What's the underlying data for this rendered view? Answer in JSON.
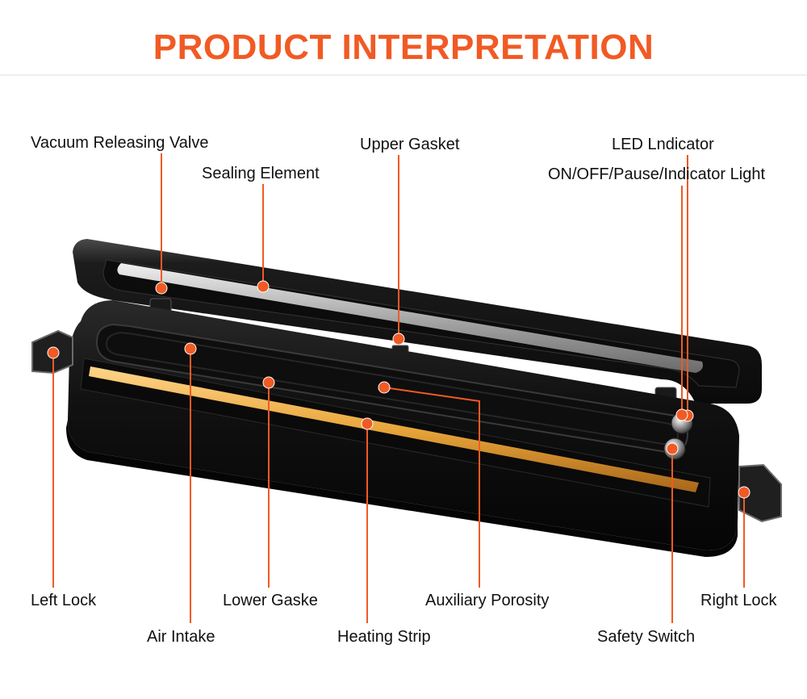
{
  "colors": {
    "accent": "#f15a24",
    "device_body": "#141414",
    "heating_strip": "#e8a53a",
    "sealing_bar": "#c9c9c9"
  },
  "title": "PRODUCT INTERPRETATION",
  "labels": {
    "vacuum_releasing_valve": "Vacuum Releasing Valve",
    "sealing_element": "Sealing Element",
    "upper_gasket": "Upper Gasket",
    "led_indicator": "LED Lndicator",
    "on_off_pause": "ON/OFF/Pause/Indicator Light",
    "left_lock": "Left Lock",
    "lower_gasket": "Lower Gaske",
    "auxiliary_porosity": "Auxiliary Porosity",
    "right_lock": "Right Lock",
    "air_intake": "Air Intake",
    "heating_strip": "Heating Strip",
    "safety_switch": "Safety Switch"
  }
}
